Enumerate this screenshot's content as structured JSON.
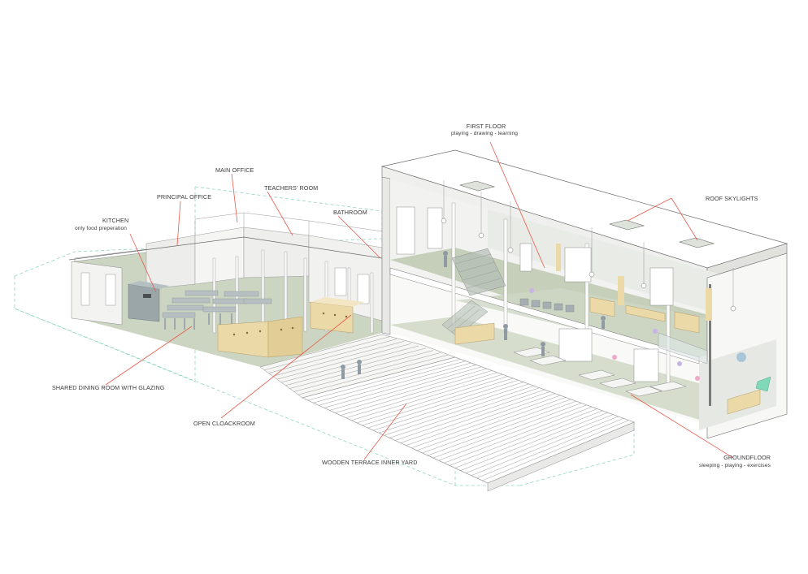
{
  "labels": {
    "first_floor": {
      "title": "FIRST FLOOR",
      "sub": "playing - drawing - learning"
    },
    "roof_skylights": "ROOF SKYLIGHTS",
    "main_office": "MAIN OFFICE",
    "teachers_room": "TEACHERS' ROOM",
    "principal_office": "PRINCIPAL OFFICE",
    "bathroom": "BATHROOM",
    "kitchen": {
      "title": "KITCHEN",
      "sub": "only food preperation"
    },
    "shared_dining": "SHARED DINING ROOM WITH GLAZING",
    "open_cloakroom": "OPEN CLOACKROOM",
    "wooden_terrace": "WOODEN TERRACE INNER YARD",
    "groundfloor": {
      "title": "GROUNDFLOOR",
      "sub": "sleeping - playing - exercises"
    }
  },
  "colors": {
    "floor": "#c9d3bd",
    "wall_light": "#f4f4f2",
    "wall_shade": "#e4e6e0",
    "wood": "#ecd9a8",
    "leader": "#e85a4a",
    "outline": "#8fd6c2",
    "furniture": "#9aa4a8",
    "accent_green": "#7fd9b8"
  }
}
